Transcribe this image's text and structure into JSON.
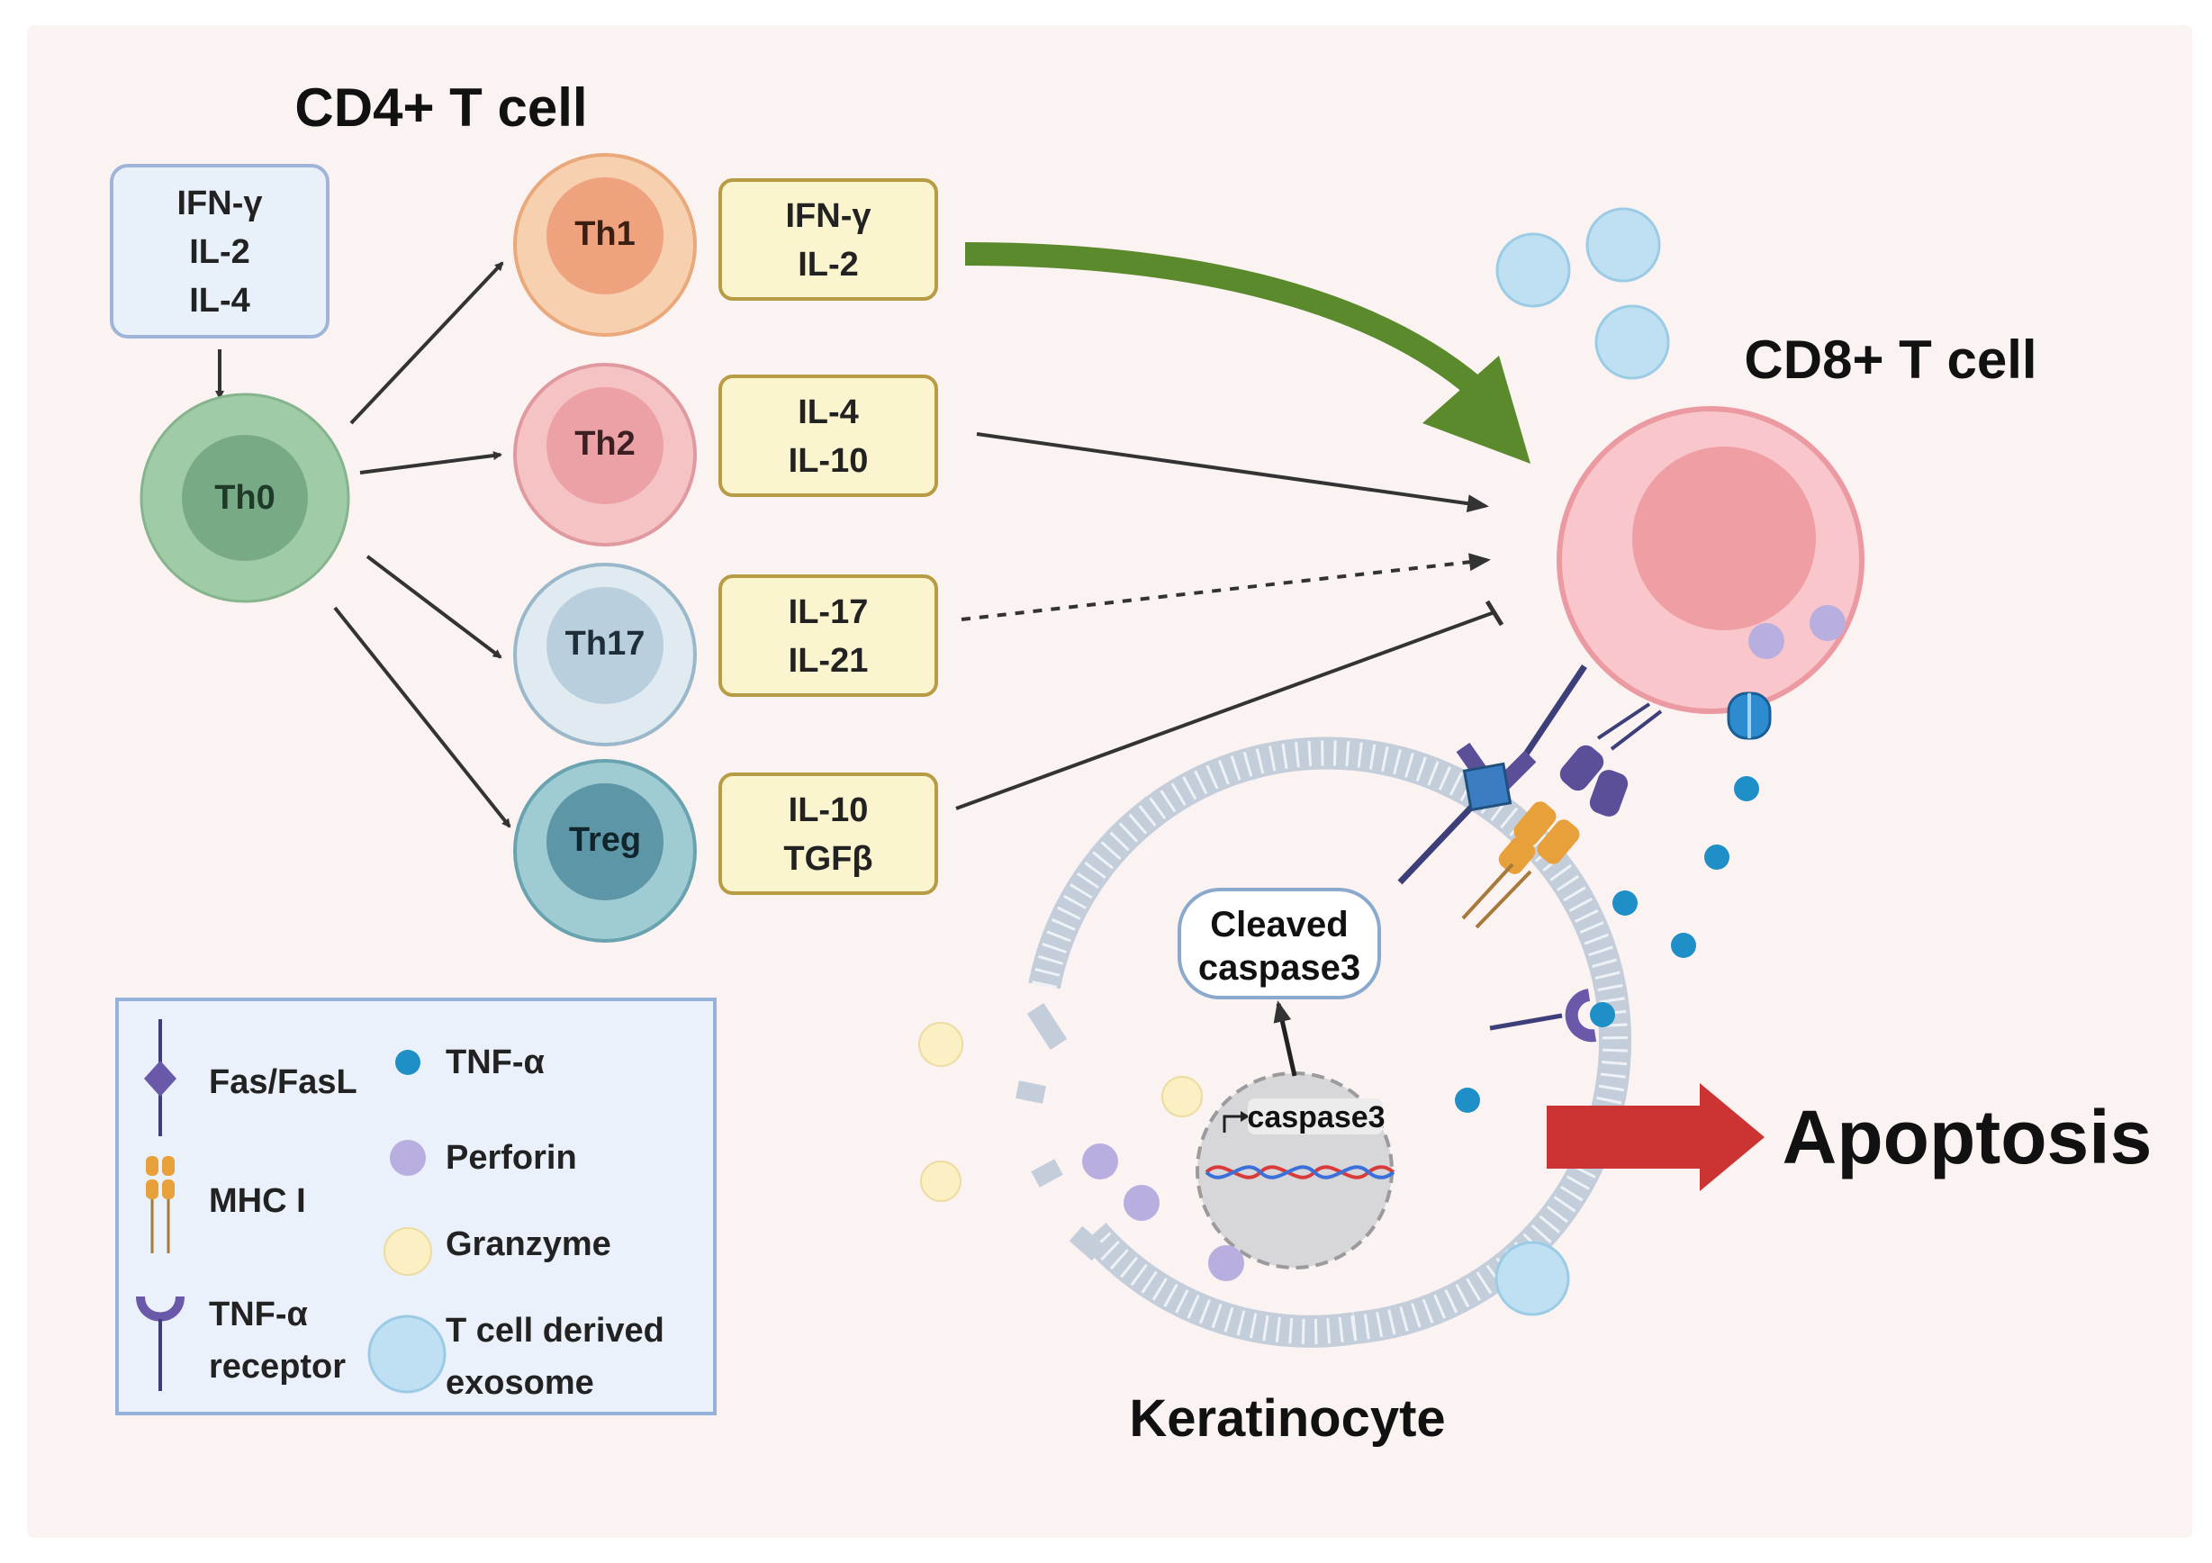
{
  "cd4_title": "CD4+ T cell",
  "cd8_title": "CD8+ T cell",
  "keratinocyte_title": "Keratinocyte",
  "apoptosis_label": "Apoptosis",
  "input_cytokines": [
    "IFN-γ",
    "IL-2",
    "IL-4"
  ],
  "th0_label": "Th0",
  "subsets": [
    {
      "name": "Th1",
      "cytokines": [
        "IFN-γ",
        "IL-2"
      ],
      "color": "#f3c6a0"
    },
    {
      "name": "Th2",
      "cytokines": [
        "IL-4",
        "IL-10"
      ],
      "color": "#f2b6b8"
    },
    {
      "name": "Th17",
      "cytokines": [
        "IL-17",
        "IL-21"
      ],
      "color": "#d2e3ee"
    },
    {
      "name": "Treg",
      "cytokines": [
        "IL-10",
        "TGFβ"
      ],
      "color": "#7fb7c4"
    }
  ],
  "cleaved_caspase": [
    "Cleaved",
    "caspase3"
  ],
  "caspase_gene": "caspase3",
  "legend": {
    "fas": "Fas/FasL",
    "mhc": "MHC I",
    "tnfr": [
      "TNF-α",
      "receptor"
    ],
    "tnfa": "TNF-α",
    "perforin": "Perforin",
    "granzyme": "Granzyme",
    "exosome": [
      "T cell derived",
      "exosome"
    ]
  },
  "colors": {
    "panel_bg": "#fbf2f2",
    "stimulatory_arrow": "#5a8a2b",
    "apoptosis_arrow": "#cc3434",
    "tnf_dot": "#1f8fc7",
    "perforin_dot": "#b9aee0",
    "granzyme_dot": "#fbefc4",
    "exosome": "#bfe0f3"
  }
}
